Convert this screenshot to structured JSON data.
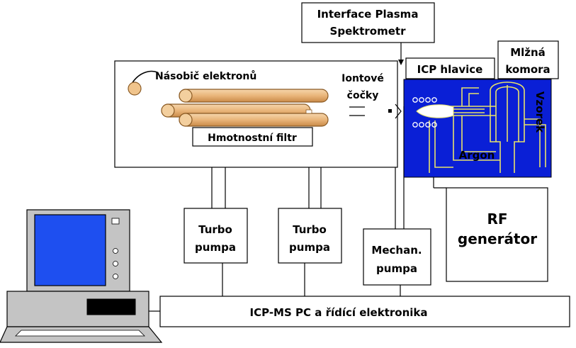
{
  "labels": {
    "interface_line1": "Interface Plasma",
    "interface_line2": "Spektrometr",
    "nasobic": "Násobič elektronů",
    "iontove_line1": "Iontové",
    "iontove_line2": "čočky",
    "hmotnostni_filtr": "Hmotnostní filtr",
    "icp_hlavice": "ICP hlavice",
    "mlzna_line1": "Mlžná",
    "mlzna_line2": "komora",
    "vzorek": "Vzorek",
    "argon": "Argon",
    "turbo1_line1": "Turbo",
    "turbo1_line2": "pumpa",
    "turbo2_line1": "Turbo",
    "turbo2_line2": "pumpa",
    "mechan_line1": "Mechan.",
    "mechan_line2": "pumpa",
    "rf_line1": "RF",
    "rf_line2": "generátor",
    "pc_bar": "ICP-MS PC a řídící elektronika"
  },
  "colors": {
    "torch_panel": "#0a1fd6",
    "torch_lines": "#e8e26a",
    "monitor_body": "#c4c4c4",
    "monitor_screen": "#1e4ff0",
    "rod_fill": "#e9b57a",
    "rod_stroke": "#8a5a24",
    "outline": "#000000"
  }
}
